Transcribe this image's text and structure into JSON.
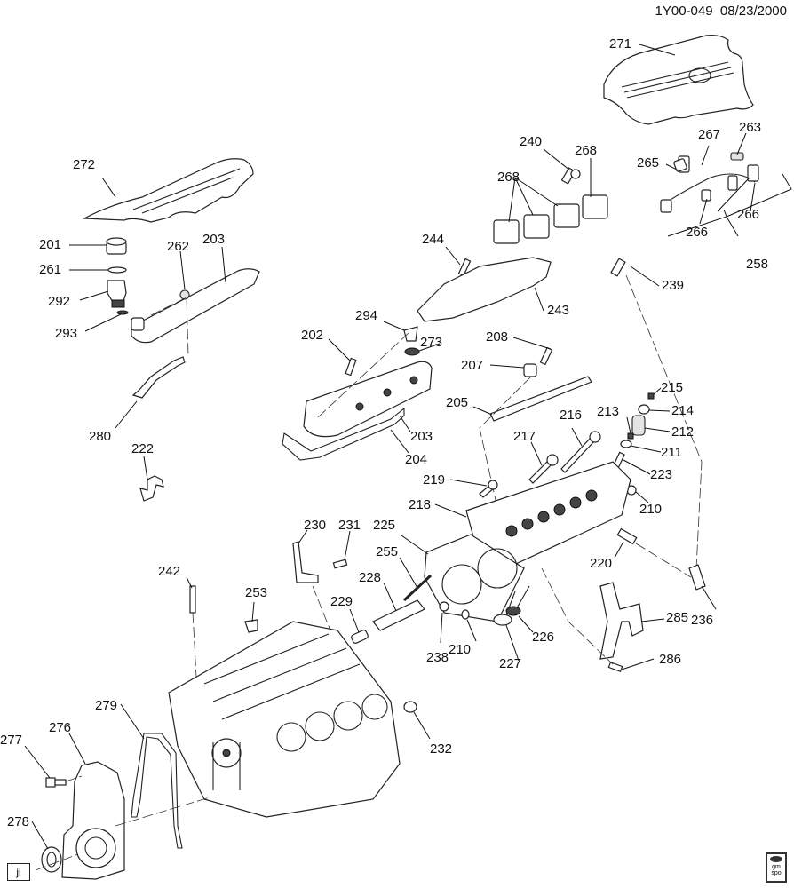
{
  "header": {
    "diagram_id": "1Y00-049",
    "date": "08/23/2000"
  },
  "footer": {
    "corner_code": "jl",
    "logo_text_line1": "gm",
    "logo_text_line2": "spo"
  },
  "callouts": [
    {
      "id": "271",
      "part": "engine-sight-shield-right"
    },
    {
      "id": "272",
      "part": "engine-sight-shield-left"
    },
    {
      "id": "201",
      "part": "oil-fill-cap"
    },
    {
      "id": "261",
      "part": "o-ring-seal"
    },
    {
      "id": "292",
      "part": "oil-fill-tube"
    },
    {
      "id": "293",
      "part": "seal"
    },
    {
      "id": "262",
      "part": "grommet"
    },
    {
      "id": "203",
      "part": "valve-rocker-arm-cover"
    },
    {
      "id": "203b",
      "label": "203",
      "part": "valve-rocker-arm-cover"
    },
    {
      "id": "280",
      "part": "pcv-hose"
    },
    {
      "id": "222",
      "part": "pcv-tube"
    },
    {
      "id": "240",
      "part": "bolt"
    },
    {
      "id": "268a",
      "label": "268",
      "part": "ignition-coil"
    },
    {
      "id": "268b",
      "label": "268",
      "part": "ignition-coil"
    },
    {
      "id": "244",
      "part": "stud"
    },
    {
      "id": "243",
      "part": "ignition-coil-bracket"
    },
    {
      "id": "239",
      "part": "spark-plug-wire-boot"
    },
    {
      "id": "267",
      "part": "connector"
    },
    {
      "id": "263",
      "part": "connector"
    },
    {
      "id": "265",
      "part": "connector"
    },
    {
      "id": "266a",
      "label": "266",
      "part": "clip"
    },
    {
      "id": "266b",
      "label": "266",
      "part": "clip"
    },
    {
      "id": "258",
      "part": "wiring-harness"
    },
    {
      "id": "294",
      "part": "oil-fill-plug"
    },
    {
      "id": "273",
      "part": "seal"
    },
    {
      "id": "202",
      "part": "bolt"
    },
    {
      "id": "204",
      "part": "valve-cover-gasket"
    },
    {
      "id": "208",
      "part": "bolt"
    },
    {
      "id": "207",
      "part": "rocker-arm-support"
    },
    {
      "id": "205",
      "part": "rocker-arm-pivot-support"
    },
    {
      "id": "215",
      "part": "valve-key"
    },
    {
      "id": "214",
      "part": "valve-spring-cap"
    },
    {
      "id": "213",
      "part": "valve-stem-seal"
    },
    {
      "id": "212",
      "part": "valve-spring"
    },
    {
      "id": "216",
      "part": "head-bolt-long"
    },
    {
      "id": "211",
      "part": "valve-spring-shim"
    },
    {
      "id": "217",
      "part": "head-bolt"
    },
    {
      "id": "223",
      "part": "valve-guide"
    },
    {
      "id": "219",
      "part": "bolt"
    },
    {
      "id": "218",
      "part": "cylinder-head"
    },
    {
      "id": "210a",
      "label": "210",
      "part": "plug"
    },
    {
      "id": "230",
      "part": "bracket"
    },
    {
      "id": "231",
      "part": "bolt"
    },
    {
      "id": "225",
      "part": "head-gasket"
    },
    {
      "id": "220",
      "part": "spark-plug"
    },
    {
      "id": "255",
      "part": "pushrod"
    },
    {
      "id": "242",
      "part": "stud"
    },
    {
      "id": "228",
      "part": "rocker-arm"
    },
    {
      "id": "253",
      "part": "plug"
    },
    {
      "id": "229",
      "part": "valve-lifter"
    },
    {
      "id": "238",
      "part": "bolt"
    },
    {
      "id": "210b",
      "label": "210",
      "part": "plug"
    },
    {
      "id": "226",
      "part": "exhaust-valve"
    },
    {
      "id": "227",
      "part": "intake-valve"
    },
    {
      "id": "285",
      "part": "lift-bracket"
    },
    {
      "id": "236",
      "part": "spark-plug-wire"
    },
    {
      "id": "286",
      "part": "bolt"
    },
    {
      "id": "279",
      "part": "front-cover-gasket"
    },
    {
      "id": "276",
      "part": "engine-front-cover"
    },
    {
      "id": "277",
      "part": "bolt"
    },
    {
      "id": "232",
      "part": "plug"
    },
    {
      "id": "278",
      "part": "crankshaft-front-seal"
    }
  ]
}
